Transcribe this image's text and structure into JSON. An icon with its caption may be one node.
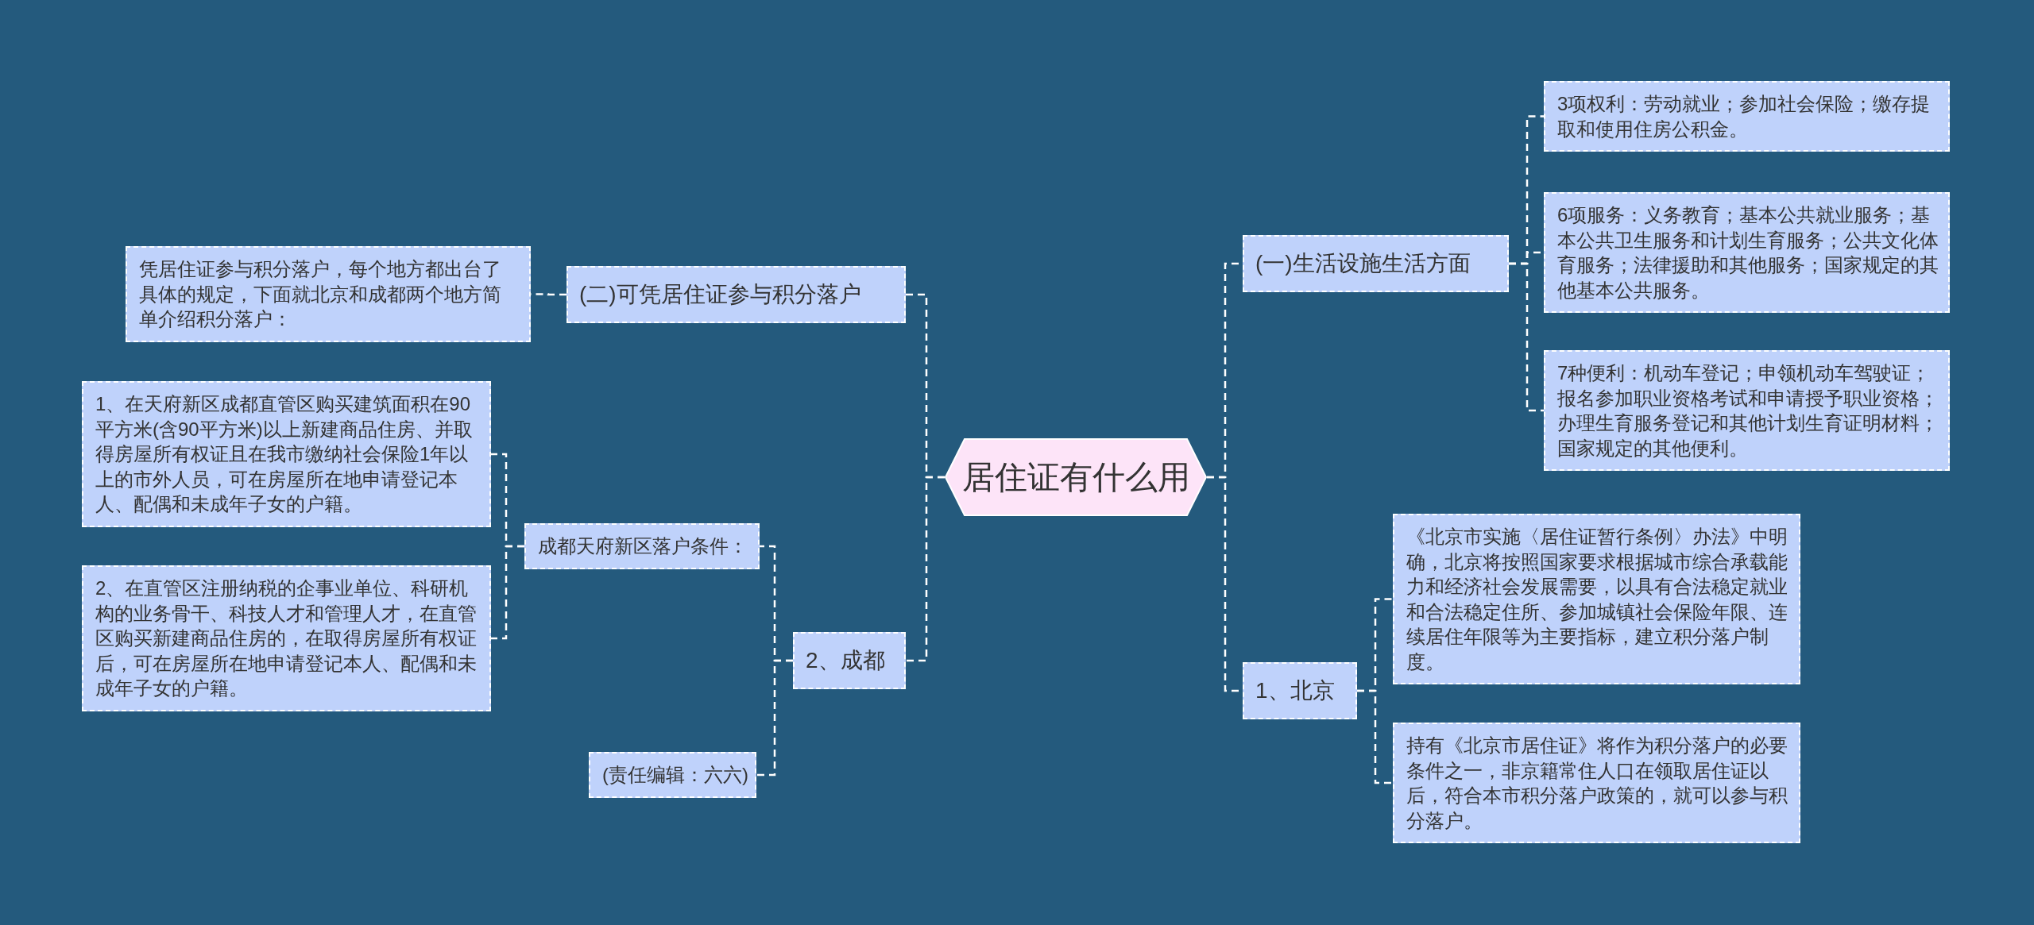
{
  "diagram": {
    "nodes": [
      {
        "text": [
          "居住证有什么用"
        ]
      },
      {
        "text": [
          "(二)可凭居住证参与积分落户"
        ]
      },
      {
        "text": [
          "凭居住证参与积分落户，每个地方都出台了具体的规定，下面就北京和成都两个地方简单介绍积分落户："
        ]
      },
      {
        "text": [
          "2、成都"
        ]
      },
      {
        "text": [
          "成都天府新区落户条件："
        ]
      },
      {
        "text": [
          "1、在天府新区成都直管区购买建筑面积在90平方米(含90平方米)以上新建商品住房、并取得房屋所有权证且在我市缴纳社会保险1年以上的市外人员，可在房屋所在地申请登记本人、配偶和未成年子女的户籍。"
        ]
      },
      {
        "text": [
          "2、在直管区注册纳税的企事业单位、科研机构的业务骨干、科技人才和管理人才，在直管区购买新建商品住房的，在取得房屋所有权证后，可在房屋所在地申请登记本人、配偶和未成年子女的户籍。"
        ]
      },
      {
        "text": [
          "(责任编辑：六六)"
        ]
      },
      {
        "text": [
          "(一)生活设施生活方面"
        ]
      },
      {
        "text": [
          "3项权利：劳动就业；参加社会保险；缴存提取和使用住房公积金。"
        ]
      },
      {
        "text": [
          "6项服务：义务教育；基本公共就业服务；基本公共卫生服务和计划生育服务；公共文化体育服务；法律援助和其他服务；国家规定的其他基本公共服务。"
        ]
      },
      {
        "text": [
          "7种便利：机动车登记；申领机动车驾驶证；报名参加职业资格考试和申请授予职业资格；办理生育服务登记和其他计划生育证明材料；国家规定的其他便利。"
        ]
      },
      {
        "text": [
          "1、北京"
        ]
      },
      {
        "text": [
          "《北京市实施〈居住证暂行条例〉办法》中明确，北京将按照国家要求根据城市综合承载能力和经济社会发展需要，以具有合法稳定就业和合法稳定住所、参加城镇社会保险年限、连续居住年限等为主要指标，建立积分落户制度。"
        ]
      },
      {
        "text": [
          "持有《北京市居住证》将作为积分落户的必要条件之一，非京籍常住人口在领取居住证以后，符合本市积分落户政策的，就可以参与积分落户。"
        ]
      }
    ],
    "edges": [
      {
        "from": 0,
        "to": 1,
        "arrow": "none"
      },
      {
        "from": 1,
        "to": 2,
        "arrow": "none"
      },
      {
        "from": 0,
        "to": 3,
        "arrow": "none"
      },
      {
        "from": 3,
        "to": 4,
        "arrow": "none"
      },
      {
        "from": 4,
        "to": 5,
        "arrow": "none"
      },
      {
        "from": 4,
        "to": 6,
        "arrow": "none"
      },
      {
        "from": 3,
        "to": 7,
        "arrow": "none"
      },
      {
        "from": 0,
        "to": 8,
        "arrow": "none"
      },
      {
        "from": 8,
        "to": 9,
        "arrow": "none"
      },
      {
        "from": 8,
        "to": 10,
        "arrow": "none"
      },
      {
        "from": 8,
        "to": 11,
        "arrow": "none"
      },
      {
        "from": 0,
        "to": 12,
        "arrow": "none"
      },
      {
        "from": 12,
        "to": 13,
        "arrow": "none"
      },
      {
        "from": 12,
        "to": 14,
        "arrow": "none"
      }
    ]
  }
}
